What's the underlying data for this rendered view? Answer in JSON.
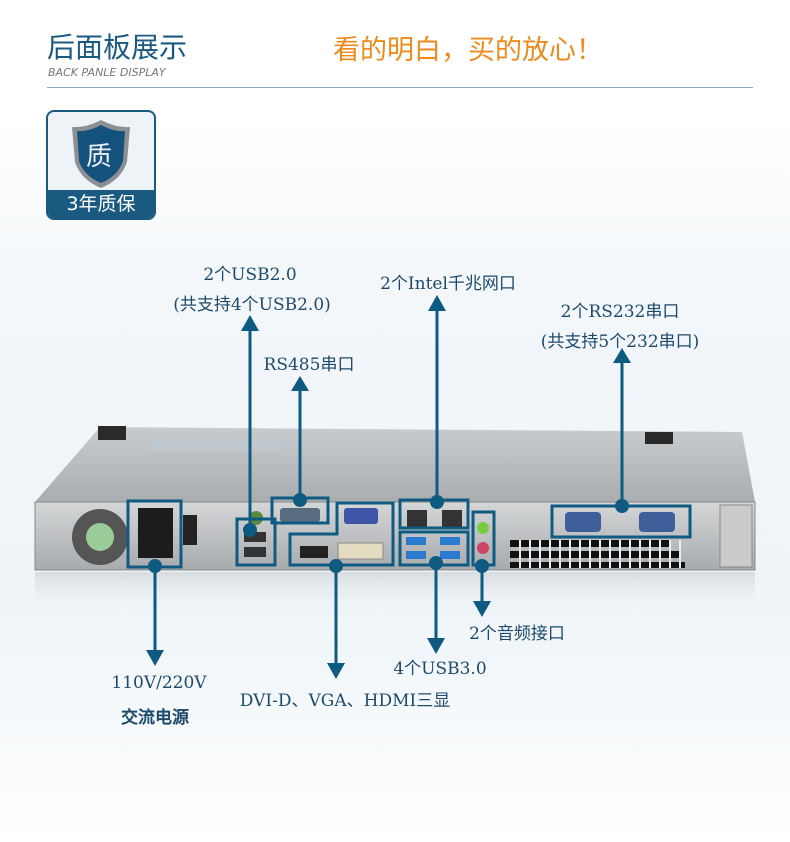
{
  "header": {
    "title": "后面板展示",
    "subtitle": "BACK PANLE DISPLAY",
    "slogan": "看的明白，买的放心！"
  },
  "badge": {
    "icon_char": "质",
    "label": "3年质保"
  },
  "callouts": {
    "usb2": {
      "line1": "2个USB2.0",
      "line2": "(共支持4个USB2.0)"
    },
    "lan": "2个Intel千兆网口",
    "rs232": {
      "line1": "2个RS232串口",
      "line2": "(共支持5个232串口)"
    },
    "rs485": "RS485串口",
    "audio": "2个音频接口",
    "usb3": "4个USB3.0",
    "power": {
      "line1": "110V/220V",
      "line2": "交流电源"
    },
    "display": "DVI-D、VGA、HDMI三显"
  },
  "colors": {
    "accent": "#0f5a80",
    "orange": "#ef8a1c"
  }
}
